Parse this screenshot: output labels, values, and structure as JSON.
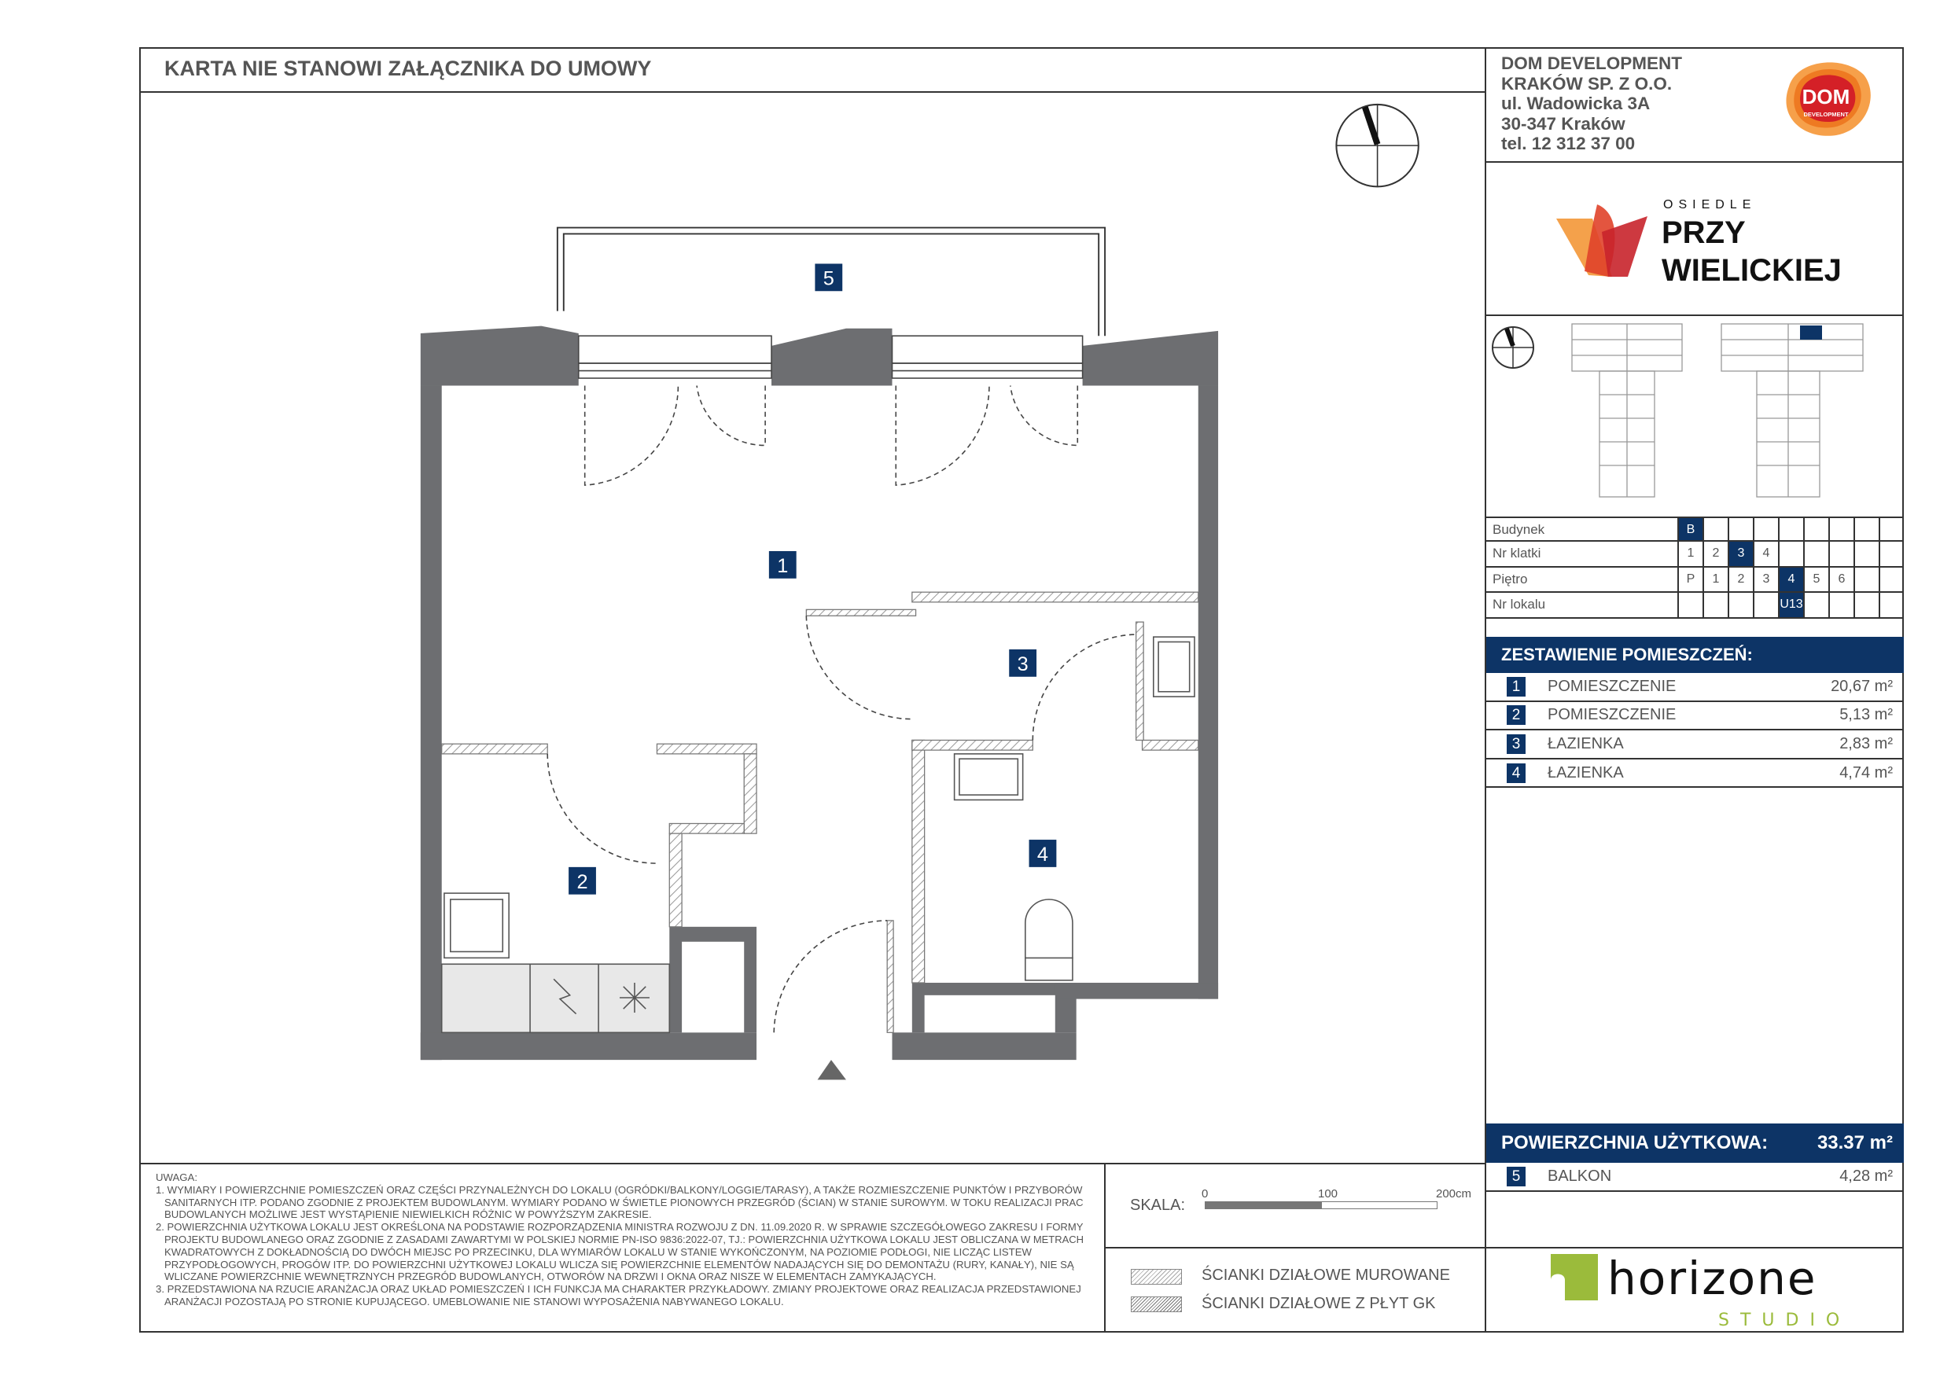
{
  "header": {
    "title": "KARTA NIE STANOWI ZAŁĄCZNIKA DO UMOWY"
  },
  "company": {
    "lines": [
      "DOM DEVELOPMENT",
      "KRAKÓW SP. Z O.O.",
      "ul. Wadowicka 3A",
      "30-347 Kraków",
      "tel. 12 312 37 00"
    ],
    "logo_top": "DOM",
    "logo_bottom": "DEVELOPMENT"
  },
  "project_logo": {
    "line1": "OSIEDLE",
    "line2": "PRZY",
    "line3": "WIELICKIEJ"
  },
  "location_table": {
    "rows": [
      {
        "label": "Budynek",
        "cells": [
          "B",
          "",
          "",
          "",
          "",
          "",
          "",
          "",
          ""
        ],
        "selected": 0
      },
      {
        "label": "Nr klatki",
        "cells": [
          "1",
          "2",
          "3",
          "4",
          "",
          "",
          "",
          "",
          ""
        ],
        "selected": 2
      },
      {
        "label": "Piętro",
        "cells": [
          "P",
          "1",
          "2",
          "3",
          "4",
          "5",
          "6",
          "",
          ""
        ],
        "selected": 4
      },
      {
        "label": "Nr lokalu",
        "cells": [
          "",
          "",
          "",
          "",
          "U13",
          "",
          "",
          "",
          ""
        ],
        "selected": 4
      }
    ]
  },
  "rooms": {
    "title": "ZESTAWIENIE POMIESZCZEŃ:",
    "items": [
      {
        "num": "1",
        "name": "POMIESZCZENIE",
        "area": "20,67 m²"
      },
      {
        "num": "2",
        "name": "POMIESZCZENIE",
        "area": "5,13 m²"
      },
      {
        "num": "3",
        "name": "ŁAZIENKA",
        "area": "2,83 m²"
      },
      {
        "num": "4",
        "name": "ŁAZIENKA",
        "area": "4,74 m²"
      }
    ]
  },
  "total": {
    "label": "POWIERZCHNIA UŻYTKOWA:",
    "value": "33.37 m²"
  },
  "balcony": {
    "num": "5",
    "name": "BALKON",
    "area": "4,28 m²"
  },
  "plan_labels": {
    "r1": "1",
    "r2": "2",
    "r3": "3",
    "r4": "4",
    "r5": "5"
  },
  "scale": {
    "label": "SKALA:",
    "t0": "0",
    "t1": "100",
    "t2": "200cm"
  },
  "legend": {
    "masonry": "ŚCIANKI DZIAŁOWE MUROWANE",
    "gk": "ŚCIANKI DZIAŁOWE Z PŁYT GK"
  },
  "notes": {
    "title": "UWAGA:",
    "lines": [
      "1. WYMIARY I POWIERZCHNIE POMIESZCZEŃ ORAZ CZĘŚCI PRZYNALEŻNYCH DO LOKALU (OGRÓDKI/BALKONY/LOGGIE/TARASY), A TAKŻE ROZMIESZCZENIE PUNKTÓW I PRZYBORÓW",
      "SANITARNYCH ITP. PODANO ZGODNIE Z PROJEKTEM BUDOWLANYM. WYMIARY PODANO W ŚWIETLE PIONOWYCH PRZEGRÓD (ŚCIAN) W STANIE SUROWYM. W TOKU REALIZACJI PRAC",
      "BUDOWLANYCH MOŻLIWE JEST WYSTĄPIENIE NIEWIELKICH RÓŻNIC W POWYŻSZYM ZAKRESIE.",
      "2. POWIERZCHNIA UŻYTKOWA LOKALU JEST OKREŚLONA NA PODSTAWIE ROZPORZĄDZENIA MINISTRA ROZWOJU Z DN. 11.09.2020 R. W SPRAWIE SZCZEGÓŁOWEGO ZAKRESU I FORMY",
      "PROJEKTU BUDOWLANEGO ORAZ ZGODNIE Z ZASADAMI ZAWARTYMI W POLSKIEJ NORMIE PN-ISO 9836:2022-07, TJ.: POWIERZCHNIA UŻYTKOWA LOKALU JEST OBLICZANA W METRACH",
      "KWADRATOWYCH Z DOKŁADNOŚCIĄ DO DWÓCH MIEJSC PO PRZECINKU, DLA WYMIARÓW LOKALU W STANIE WYKOŃCZONYM, NA POZIOMIE PODŁOGI, NIE LICZĄC LISTEW",
      "PRZYPODŁOGOWYCH, PROGÓW ITP. DO POWIERZCHNI UŻYTKOWEJ LOKALU WLICZA SIĘ POWIERZCHNIE ELEMENTÓW NADAJĄCYCH SIĘ DO DEMONTAŻU (RURY, KANAŁY), NIE SĄ",
      "WLICZANE POWIERZCHNIE WEWNĘTRZNYCH PRZEGRÓD BUDOWLANYCH, OTWORÓW NA DRZWI I OKNA ORAZ NISZE W ELEMENTACH ZAMYKAJĄCYCH.",
      "3. PRZEDSTAWIONA NA RZUCIE ARANŻACJA ORAZ UKŁAD POMIESZCZEŃ I ICH FUNKCJA MA CHARAKTER PRZYKŁADOWY. ZMIANY PROJEKTOWE ORAZ REALIZACJA PRZEDSTAWIONEJ",
      "ARANŻACJI POZOSTAJĄ PO STRONIE KUPUJĄCEGO. UMEBLOWANIE NIE STANOWI WYPOSAŻENIA NABYWANEGO LOKALU."
    ]
  },
  "studio_logo": {
    "word": "horizone",
    "sub": "STUDIO"
  },
  "colors": {
    "navy": "#0d3466",
    "wall": "#6d6e71",
    "brand_orange": "#f08a24",
    "brand_red": "#d42027",
    "studio_green": "#9bbb3b"
  }
}
